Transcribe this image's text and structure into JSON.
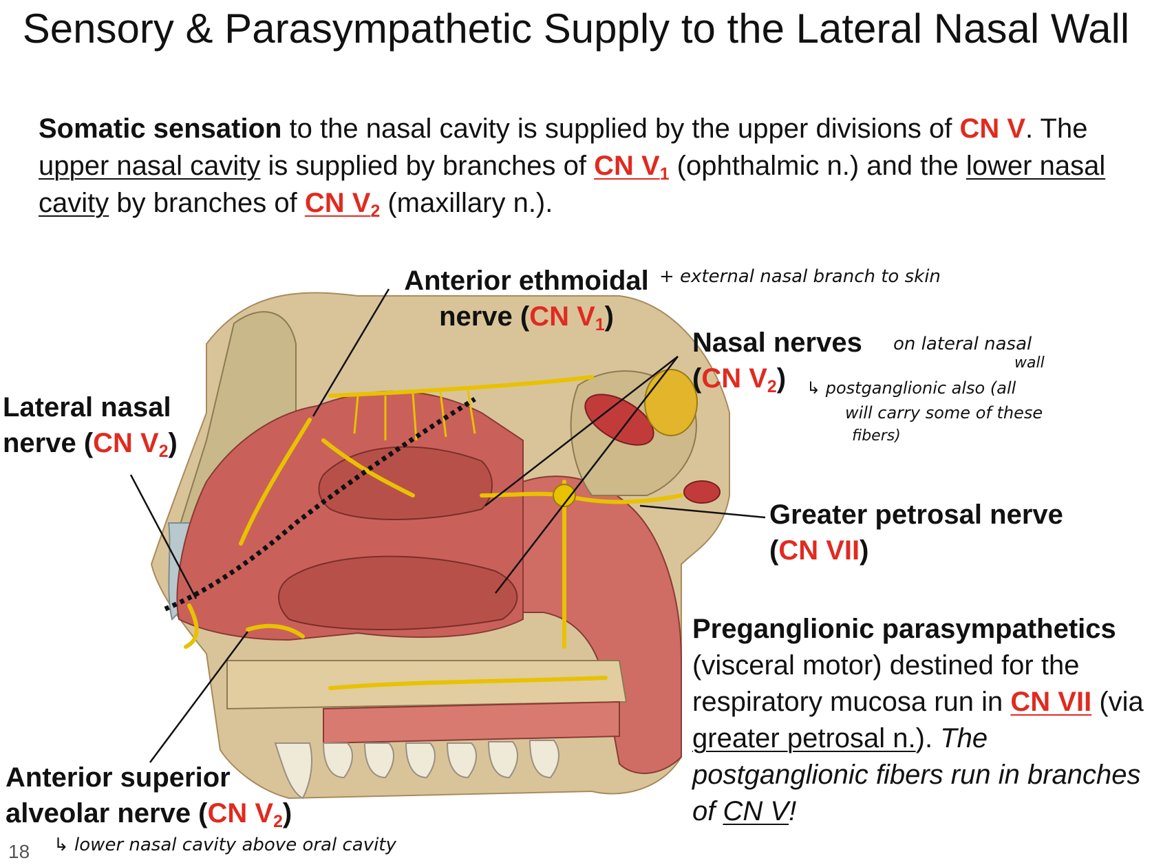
{
  "title": "Sensory & Parasympathetic Supply to the Lateral Nasal Wall",
  "intro": {
    "bold_lead": "Somatic sensation",
    "t1": " to the nasal cavity is supplied by the upper divisions of ",
    "cn_v": "CN V",
    "t2": ". The ",
    "upper_nasal_cavity": "upper nasal cavity",
    "t3": " is supplied by branches of ",
    "cn_v1": "CN V",
    "sub1": "1",
    "t4": " (ophthalmic n.) and the ",
    "lower_nasal_cavity": "lower nasal cavity",
    "t5": " by branches of ",
    "cn_v2": "CN V",
    "sub2": "2",
    "t6": " (maxillary n.)."
  },
  "labels": {
    "anterior_ethmoidal": {
      "name_line1": "Anterior ethmoidal",
      "name_line2": "nerve (",
      "cn": "CN V",
      "sub": "1",
      "close": ")"
    },
    "lateral_nasal": {
      "name_line1": "Lateral nasal",
      "name_line2": "nerve (",
      "cn": "CN V",
      "sub": "2",
      "close": ")"
    },
    "nasal_nerves": {
      "name_line1": "Nasal nerves",
      "open": "(",
      "cn": "CN V",
      "sub": "2",
      "close": ")"
    },
    "greater_petrosal": {
      "name_line1": "Greater petrosal nerve",
      "open": "(",
      "cn": "CN VII",
      "close": ")"
    },
    "anterior_superior_alveolar": {
      "name_line1": "Anterior superior",
      "name_line2": "alveolar nerve (",
      "cn": "CN V",
      "sub": "2",
      "close": ")"
    }
  },
  "pregang": {
    "bold_lead": "Preganglionic parasympathetics",
    "t1": " (visceral motor) destined for the respiratory mucosa run in ",
    "cn_vii": "CN VII",
    "t2": " (via ",
    "greater_petrosal": "greater petrosal n.",
    "t3": "). ",
    "italic1": "The postganglionic fibers run in branches of ",
    "cn_v_italic": "CN V",
    "italic2": "!"
  },
  "notes": {
    "ant_ethmoidal": "+ external nasal branch to skin",
    "nasal_nerves_1": "on lateral nasal",
    "nasal_nerves_2": "wall",
    "nasal_nerves_3": "↳ postganglionic also (all",
    "nasal_nerves_4": "will carry some of these",
    "nasal_nerves_5": "fibers)",
    "alveolar": "↳ lower nasal cavity above oral cavity"
  },
  "slide_number": "18",
  "colors": {
    "accent_red": "#e02b20",
    "nerve_yellow": "#e8c200",
    "mucosa": "#c9615a",
    "bone": "#d9c49a"
  }
}
